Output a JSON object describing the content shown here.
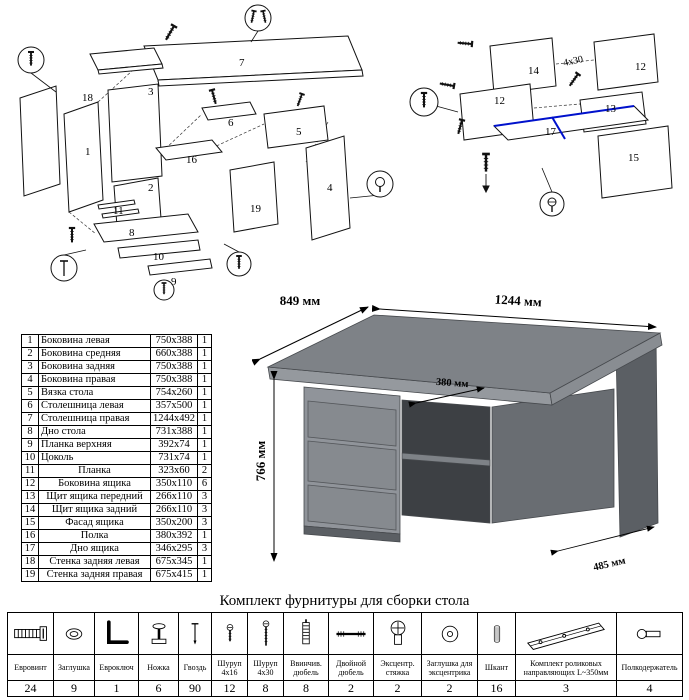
{
  "parts_table": {
    "rows": [
      {
        "num": "1",
        "name": "Боковина левая",
        "size": "750x388",
        "qty": "1"
      },
      {
        "num": "2",
        "name": "Боковина средняя",
        "size": "660x388",
        "qty": "1"
      },
      {
        "num": "3",
        "name": "Боковина задняя",
        "size": "750x388",
        "qty": "1"
      },
      {
        "num": "4",
        "name": "Боковина правая",
        "size": "750x388",
        "qty": "1"
      },
      {
        "num": "5",
        "name": "Вязка стола",
        "size": "754x260",
        "qty": "1"
      },
      {
        "num": "6",
        "name": "Столешница левая",
        "size": "357x500",
        "qty": "1"
      },
      {
        "num": "7",
        "name": "Столешница правая",
        "size": "1244x492",
        "qty": "1"
      },
      {
        "num": "8",
        "name": "Дно стола",
        "size": "731x388",
        "qty": "1"
      },
      {
        "num": "9",
        "name": "Планка верхняя",
        "size": "392x74",
        "qty": "1"
      },
      {
        "num": "10",
        "name": "Цоколь",
        "size": "731x74",
        "qty": "1"
      },
      {
        "num": "11",
        "name": "Планка",
        "size": "323x60",
        "qty": "2"
      },
      {
        "num": "12",
        "name": "Боковина ящика",
        "size": "350x110",
        "qty": "6"
      },
      {
        "num": "13",
        "name": "Щит ящика передний",
        "size": "266x110",
        "qty": "3"
      },
      {
        "num": "14",
        "name": "Щит ящика задний",
        "size": "266x110",
        "qty": "3"
      },
      {
        "num": "15",
        "name": "Фасад ящика",
        "size": "350x200",
        "qty": "3"
      },
      {
        "num": "16",
        "name": "Полка",
        "size": "380x392",
        "qty": "1"
      },
      {
        "num": "17",
        "name": "Дно ящика",
        "size": "346x295",
        "qty": "3"
      },
      {
        "num": "18",
        "name": "Стенка задняя левая",
        "size": "675x345",
        "qty": "1"
      },
      {
        "num": "19",
        "name": "Стенка задняя правая",
        "size": "675x415",
        "qty": "1"
      }
    ]
  },
  "dimensions": {
    "depth": "849 мм",
    "width": "1244 мм",
    "height": "766 мм",
    "inner": "380 мм",
    "side": "485 мм"
  },
  "diagrams": {
    "left": {
      "labels": [
        "7",
        "18",
        "1",
        "3",
        "2",
        "16",
        "5",
        "6",
        "4",
        "8",
        "11",
        "10",
        "9",
        "19"
      ]
    },
    "right": {
      "labels": [
        "14",
        "12",
        "12",
        "13",
        "17",
        "15"
      ],
      "screw_note": "4x30"
    }
  },
  "hardware": {
    "title": "Комплект фурнитуры для сборки стола",
    "items": [
      {
        "name": "Евровинт",
        "qty": "24",
        "icon": "euroscrew-icon"
      },
      {
        "name": "Заглушка",
        "qty": "9",
        "icon": "cap-icon"
      },
      {
        "name": "Евроключ",
        "qty": "1",
        "icon": "hexkey-icon"
      },
      {
        "name": "Ножка",
        "qty": "6",
        "icon": "foot-icon"
      },
      {
        "name": "Гвоздь",
        "qty": "90",
        "icon": "nail-icon"
      },
      {
        "name": "Шуруп 4x16",
        "qty": "12",
        "icon": "screw-short-icon"
      },
      {
        "name": "Шуруп 4x30",
        "qty": "8",
        "icon": "screw-long-icon"
      },
      {
        "name": "Ввинчив. дюбель",
        "qty": "8",
        "icon": "screwin-dowel-icon"
      },
      {
        "name": "Двойной дюбель",
        "qty": "2",
        "icon": "double-dowel-icon"
      },
      {
        "name": "Эксцентр. стяжка",
        "qty": "2",
        "icon": "cam-lock-icon"
      },
      {
        "name": "Заглушка для эксцентрика",
        "qty": "2",
        "icon": "cam-cap-icon"
      },
      {
        "name": "Шкант",
        "qty": "16",
        "icon": "wood-dowel-icon"
      },
      {
        "name": "Комплект роликовых направляющих L~350мм",
        "qty": "3",
        "icon": "roller-guides-icon"
      },
      {
        "name": "Полкодержатель",
        "qty": "4",
        "icon": "shelf-pin-icon"
      }
    ]
  }
}
